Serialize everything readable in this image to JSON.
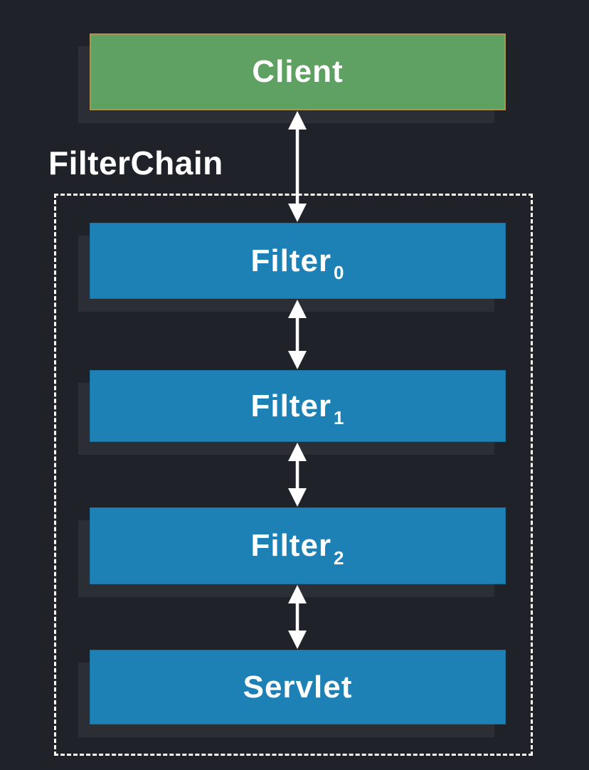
{
  "diagram": {
    "container_label": "FilterChain",
    "nodes": [
      {
        "name": "client",
        "label": "Client",
        "subscript": ""
      },
      {
        "name": "filter-0",
        "label": "Filter",
        "subscript": "0"
      },
      {
        "name": "filter-1",
        "label": "Filter",
        "subscript": "1"
      },
      {
        "name": "filter-2",
        "label": "Filter",
        "subscript": "2"
      },
      {
        "name": "servlet",
        "label": "Servlet",
        "subscript": ""
      }
    ],
    "connectors": [
      {
        "name": "client-filter0",
        "type": "double-headed-arrow"
      },
      {
        "name": "filter0-filter1",
        "type": "double-headed-arrow"
      },
      {
        "name": "filter1-filter2",
        "type": "double-headed-arrow"
      },
      {
        "name": "filter2-servlet",
        "type": "double-headed-arrow"
      }
    ],
    "colors": {
      "background": "#1f2329",
      "client_fill": "#5fa162",
      "client_border": "#b5914f",
      "filter_fill": "#1d81b6",
      "filter_border": "#18719f",
      "shadow": "#2b2f35",
      "text": "#ffffff",
      "chain_border": "#ffffff",
      "arrow": "#ffffff"
    }
  }
}
